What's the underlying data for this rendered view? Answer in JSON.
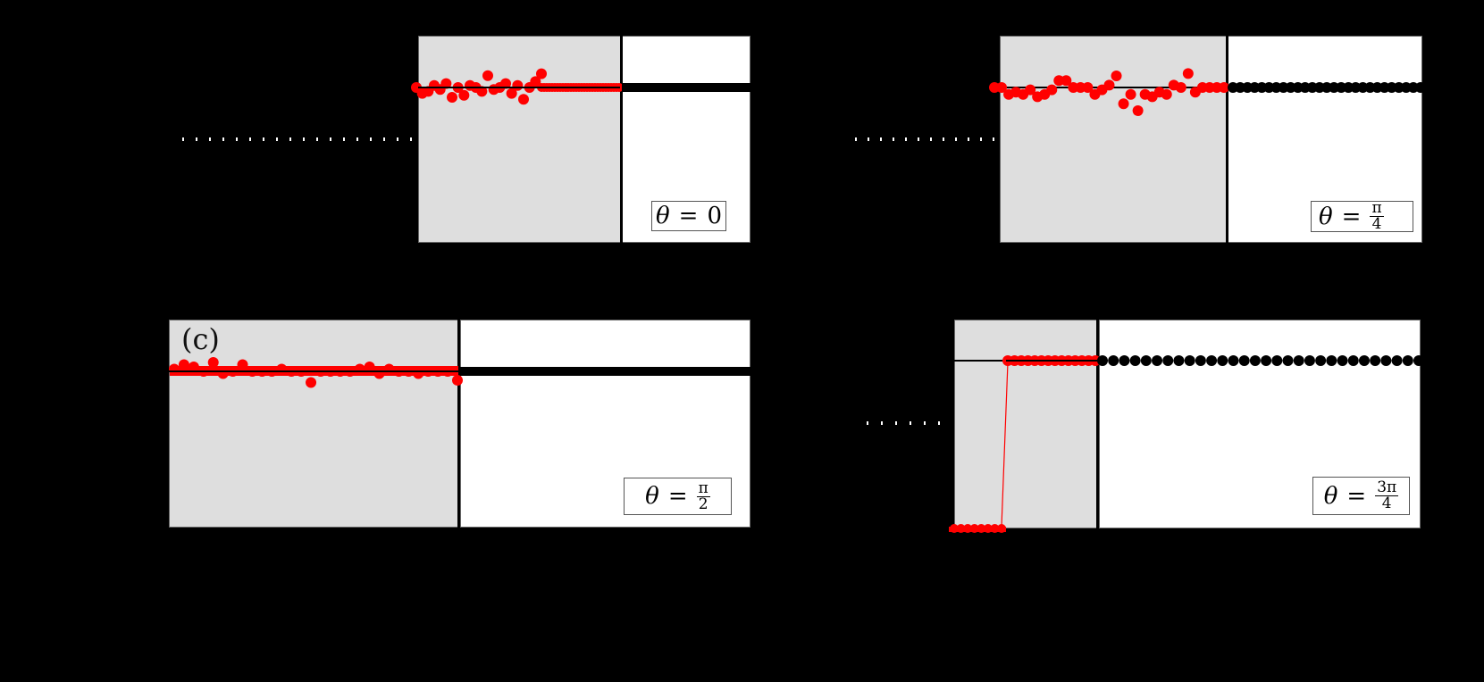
{
  "figure": {
    "background": "#000000",
    "gray_region_color": "#dedede",
    "red_series_color": "#ff0000",
    "black_series_color": "#000000",
    "dotted_line_color": "#ffffff"
  },
  "panels": [
    {
      "id": "a",
      "letter": "",
      "theta_symbol": "θ",
      "theta_eq": "=",
      "theta_value": "0",
      "theta_num": "",
      "theta_den": ""
    },
    {
      "id": "b",
      "letter": "",
      "theta_symbol": "θ",
      "theta_eq": "=",
      "theta_value": "",
      "theta_num": "π",
      "theta_den": "4"
    },
    {
      "id": "c",
      "letter": "(c)",
      "theta_symbol": "θ",
      "theta_eq": "=",
      "theta_value": "",
      "theta_num": "π",
      "theta_den": "2"
    },
    {
      "id": "d",
      "letter": "",
      "theta_symbol": "θ",
      "theta_eq": "=",
      "theta_value": "",
      "theta_num": "3π",
      "theta_den": "4"
    }
  ],
  "chart_data": [
    {
      "type": "scatter",
      "title": "θ = 0",
      "description": "Red noisy points scattered around a horizontal reference line in the gray region; converge to line, then continue as dense black points in the white region.",
      "series": [
        {
          "name": "red (gray region)",
          "values": [
            0,
            -0.3,
            -0.2,
            0.1,
            -0.1,
            0.2,
            -0.5,
            0,
            -0.4,
            0.1,
            0,
            -0.2,
            0.6,
            -0.1,
            0,
            0.2,
            -0.3,
            0.1,
            -0.6,
            0,
            0.3,
            0.7,
            0,
            0,
            0,
            0,
            0
          ]
        },
        {
          "name": "black (white region)",
          "values": [
            0,
            0,
            0,
            0,
            0,
            0,
            0,
            0
          ]
        }
      ],
      "grid": false,
      "legend": false
    },
    {
      "type": "scatter",
      "title": "θ = π/4",
      "series": [
        {
          "name": "red (gray region)",
          "values": [
            0,
            0,
            -0.3,
            -0.2,
            -0.3,
            -0.1,
            -0.4,
            -0.3,
            -0.1,
            0.3,
            0.3,
            0,
            0,
            0,
            -0.3,
            -0.1,
            0.1,
            0.5,
            -0.7,
            -0.3,
            -1.0,
            -0.3,
            -0.4,
            -0.2,
            -0.3,
            0.1,
            0,
            0.6,
            -0.2,
            0,
            0,
            0,
            0
          ]
        },
        {
          "name": "black (white region)",
          "values": [
            0,
            0,
            0,
            0,
            0,
            0,
            0,
            0,
            0,
            0,
            0,
            0,
            0,
            0,
            0,
            0,
            0,
            0,
            0,
            0,
            0,
            0,
            0,
            0,
            0,
            0,
            0
          ]
        }
      ],
      "grid": false,
      "legend": false
    },
    {
      "type": "scatter",
      "title": "θ = π/2",
      "series": [
        {
          "name": "red (gray region)",
          "values": [
            0.1,
            0.3,
            0.2,
            0,
            0.4,
            -0.1,
            0,
            0.3,
            0,
            0,
            0,
            0.1,
            0,
            0,
            -0.5,
            0,
            0,
            0,
            0,
            0.1,
            0.2,
            -0.1,
            0.1,
            0,
            0,
            -0.1,
            0,
            0,
            0,
            -0.4
          ]
        },
        {
          "name": "black (white region)",
          "values": [
            0,
            0,
            0,
            0,
            0,
            0,
            0,
            0
          ]
        }
      ],
      "grid": false,
      "legend": false
    },
    {
      "type": "line",
      "title": "θ = 3π/4",
      "description": "Red points sit at a low level, then jump (thin red line) to the reference level and continue; black points continue at the reference level in the white region.",
      "series": [
        {
          "name": "red low",
          "values": [
            -1,
            -1,
            -1,
            -1,
            -1,
            -1,
            -1,
            -1
          ]
        },
        {
          "name": "red high",
          "values": [
            0,
            0,
            0,
            0,
            0,
            0,
            0,
            0,
            0,
            0,
            0,
            0,
            0,
            0
          ]
        },
        {
          "name": "black (white region)",
          "values": [
            0,
            0,
            0,
            0,
            0,
            0,
            0,
            0,
            0,
            0,
            0,
            0,
            0,
            0,
            0,
            0,
            0,
            0,
            0,
            0,
            0,
            0,
            0,
            0,
            0,
            0,
            0,
            0,
            0,
            0
          ]
        }
      ],
      "grid": false,
      "legend": false
    }
  ]
}
